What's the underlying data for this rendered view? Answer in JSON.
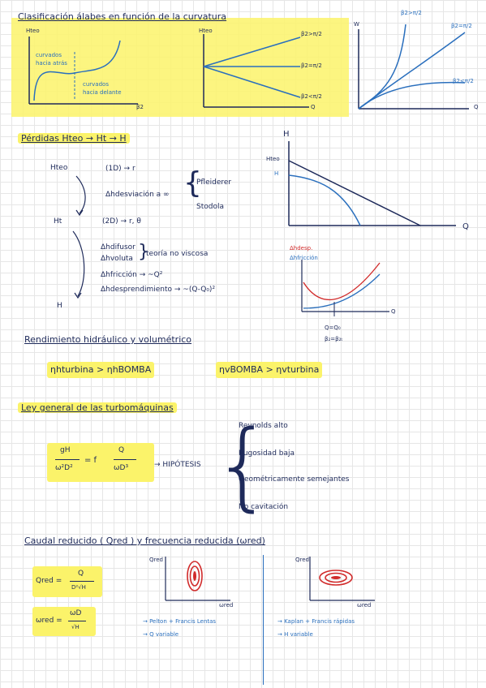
{
  "colors": {
    "ink": "#1e2a5a",
    "blue": "#2a6fbd",
    "red": "#d12b2b",
    "highlight": "#fbf36a"
  },
  "sec1": {
    "title": "Clasificación álabes en función de la curvatura",
    "g1": {
      "ylabel": "Hteo",
      "xlabel": "β2",
      "left_note1": "curvados",
      "left_note2": "hacia atrás",
      "right_note1": "curvados",
      "right_note2": "hacia delante"
    },
    "g2": {
      "ylabel": "Hteo",
      "xlabel": "Q",
      "l1": "β2>π/2",
      "l2": "β2=π/2",
      "l3": "β2<π/2"
    },
    "g3": {
      "ylabel": "W",
      "xlabel": "Q",
      "l1": "β2>π/2",
      "l2": "β2=π/2",
      "l3": "β2<π/2"
    }
  },
  "sec2": {
    "title": "Pérdidas Hteo → Ht → H",
    "h_teo": "Hteo",
    "inf": "(1D) → r",
    "desv": "Δhdesviación a ∞",
    "pf": "Pfleiderer",
    "st": "Stodola",
    "ht": "Ht",
    "twod": "(2D) → r, θ",
    "dif": "Δhdifusor",
    "vol": "Δhvoluta",
    "teo": "teoría no viscosa",
    "fric": "Δhfricción → ~Q²",
    "desp": "Δhdesprendimiento → ~(Q-Q₀)²",
    "h": "H",
    "g4": {
      "y": "H",
      "hteo": "Hteo",
      "h": "H",
      "x": "Q"
    },
    "g5": {
      "desp": "Δhdesp.",
      "fric": "Δhfricción",
      "x": "Q",
      "q0": "Q=Q₀",
      "b": "β₂=β₂ₜ"
    }
  },
  "sec3": {
    "title": "Rendimiento hidráulico y volumétrico",
    "f1a": "ηhturbina",
    "f1b": ">",
    "f1c": "ηhBOMBA",
    "f2a": "ηvBOMBA",
    "f2b": ">",
    "f2c": "ηvturbina"
  },
  "sec4": {
    "title": "Ley general de las turbomáquinas",
    "lhs_num": "gH",
    "lhs_den": "ω²D²",
    "eq": "= f",
    "rhs_num": "Q",
    "rhs_den": "ωD³",
    "arrow": "→ HIPÓTESIS",
    "h1": "Reynolds alto",
    "h2": "Rugosidad baja",
    "h3": "Geométricamente semejantes",
    "h4": "No cavitación"
  },
  "sec5": {
    "title": "Caudal reducido ( Qred ) y frecuencia reducida (ωred)",
    "q_lhs": "Qred =",
    "q_num": "Q",
    "q_den": "D²√H",
    "w_lhs": "ωred =",
    "w_num": "ωD",
    "w_den": "√H",
    "g6": {
      "y": "Qred",
      "x": "ωred"
    },
    "g7": {
      "y": "Qred",
      "x": "ωred"
    },
    "n1": "→ Pelton + Francis Lentas",
    "n2": "→ Q variable",
    "n3": "→ Kaplan + Francis rápidas",
    "n4": "→ H variable"
  }
}
